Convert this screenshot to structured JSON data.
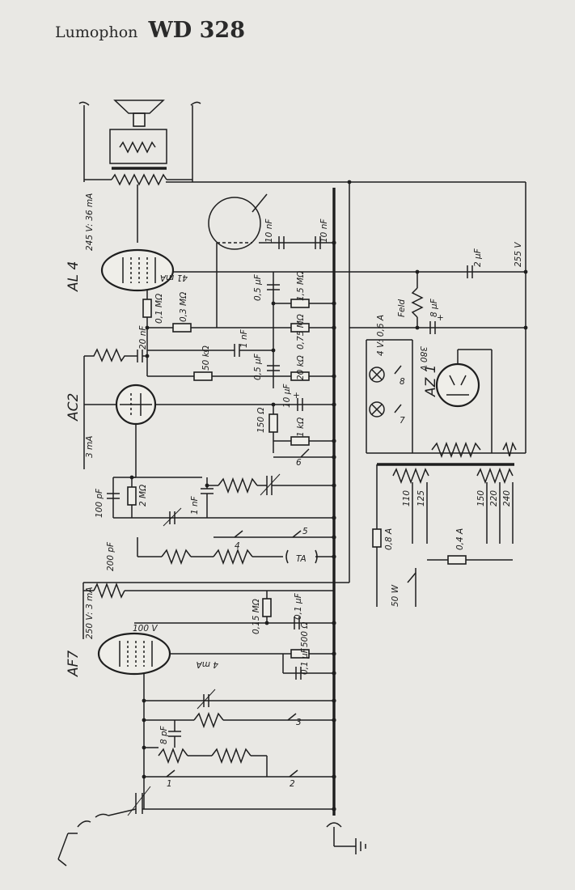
{
  "header": {
    "brand": "Lumophon",
    "model": "WD 328"
  },
  "tubes": [
    {
      "id": "AL4",
      "label": "AL 4"
    },
    {
      "id": "AC2",
      "label": "AC2"
    },
    {
      "id": "AF7",
      "label": "AF7"
    },
    {
      "id": "AZ1",
      "label": "AZ 1"
    }
  ],
  "labels": {
    "al4_plate": "245 V: 36 mA",
    "al4_cath": "41 mA",
    "ac2_cur": "3 mA",
    "af7_plate": "250 V: 3 mA",
    "af7_cath": "4 mA",
    "af7_screen": "100 V",
    "c10nf_a": "10 nF",
    "c10nf_b": "10 nF",
    "c2uf": "2 μF",
    "v255": "255 V",
    "c05uf_a": "0,5 μF",
    "r15m": "1,5 MΩ",
    "feld": "Feld",
    "c8uf": "8 μF",
    "r01m": "0,1 MΩ",
    "r03m": "0,3 MΩ",
    "c20nf": "20 nF",
    "c1nf_a": "1 nF",
    "r075m": "0,75 MΩ",
    "lamp": "4 V: 0,6 A",
    "v380": "380 V",
    "r50k": "50 kΩ",
    "c05uf_b": "0,5 μF",
    "r20k": "20 kΩ",
    "c10uf": "10 μF",
    "r150": "150 Ω",
    "r1k": "1 kΩ",
    "c100pf": "100 pF",
    "r2m": "2 MΩ",
    "c1nf_b": "1 nF",
    "sw8": "8",
    "sw7": "7",
    "sw6": "6",
    "sw5": "5",
    "sw4": "4",
    "sw3": "3",
    "sw2": "2",
    "sw1": "1",
    "ta": "TA",
    "c200pf": "200 pF",
    "r015m": "0,15 MΩ",
    "c01uf_a": "0,1 μF",
    "r500": "500 Ω",
    "c01uf_b": "0,1 μF",
    "c8pf": "8 pF",
    "t110": "110",
    "t125": "125",
    "t150": "150",
    "t220": "220",
    "t240": "240",
    "f08a": "0,8 A",
    "f04a": "0,4 A",
    "w50": "50 W"
  }
}
